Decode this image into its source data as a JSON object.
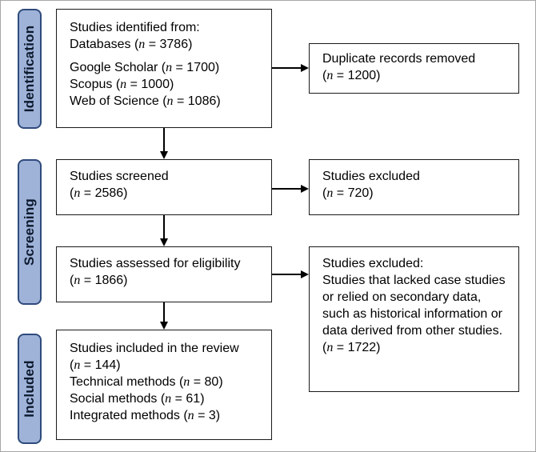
{
  "phases": {
    "identification": "Identification",
    "screening": "Screening",
    "included": "Included"
  },
  "identified": {
    "heading": "Studies identified from:",
    "databases_label": "Databases (",
    "databases_n": "n",
    "databases_value": " = 3786)",
    "google_label": "Google Scholar (",
    "google_n": "n",
    "google_value": " = 1700)",
    "scopus_label": "Scopus (",
    "scopus_n": "n",
    "scopus_value": " = 1000)",
    "wos_label": "Web of Science (",
    "wos_n": "n",
    "wos_value": " = 1086)"
  },
  "duplicates": {
    "heading": "Duplicate records removed",
    "open": "(",
    "n": "n",
    "value": " = 1200)"
  },
  "screened": {
    "heading": "Studies screened",
    "open": "(",
    "n": "n",
    "value": " = 2586)"
  },
  "excluded_screen": {
    "heading": "Studies excluded",
    "open": "(",
    "n": "n",
    "value": " = 720)"
  },
  "eligibility": {
    "heading": "Studies assessed for eligibility",
    "open": "(",
    "n": "n",
    "value": " = 1866)"
  },
  "excluded_eligibility": {
    "heading": "Studies excluded:",
    "reason": "Studies that lacked case studies or relied on secondary data, such as historical information or data derived from other studies.",
    "open": "(",
    "n": "n",
    "value": " = 1722)"
  },
  "included": {
    "heading": "Studies included in the review",
    "total_open": "(",
    "total_n": "n",
    "total_value": " = 144)",
    "technical_label": "Technical methods (",
    "technical_n": "n",
    "technical_value": " = 80)",
    "social_label": "Social methods (",
    "social_n": "n",
    "social_value": " = 61)",
    "integrated_label": "Integrated methods (",
    "integrated_n": "n",
    "integrated_value": " = 3)"
  }
}
